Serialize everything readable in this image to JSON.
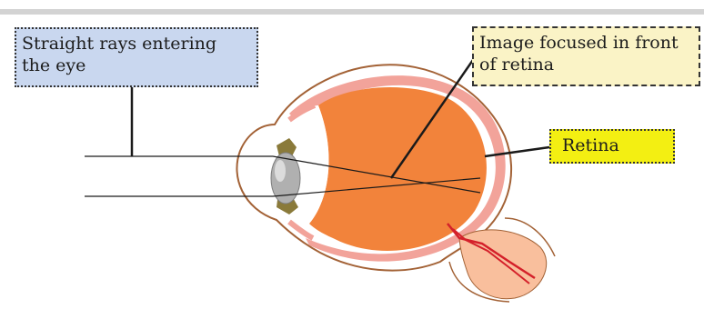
{
  "labels": {
    "straight_rays": "Straight rays entering\nthe eye",
    "image_focus": "Image focused in front\nof retina",
    "retina": "Retina"
  },
  "colors": {
    "rays_box": "#c9d7ef",
    "image_box": "#faf3c6",
    "retina_box": "#f3ef12",
    "vitreous": "#f2833b",
    "retina_layer": "#f2a39a",
    "outline": "#a36236",
    "lens": "#a9a9a9",
    "iris": "#8a7a3a",
    "optic_nerve": "#f9bf9d",
    "vessel": "#d4202a"
  }
}
